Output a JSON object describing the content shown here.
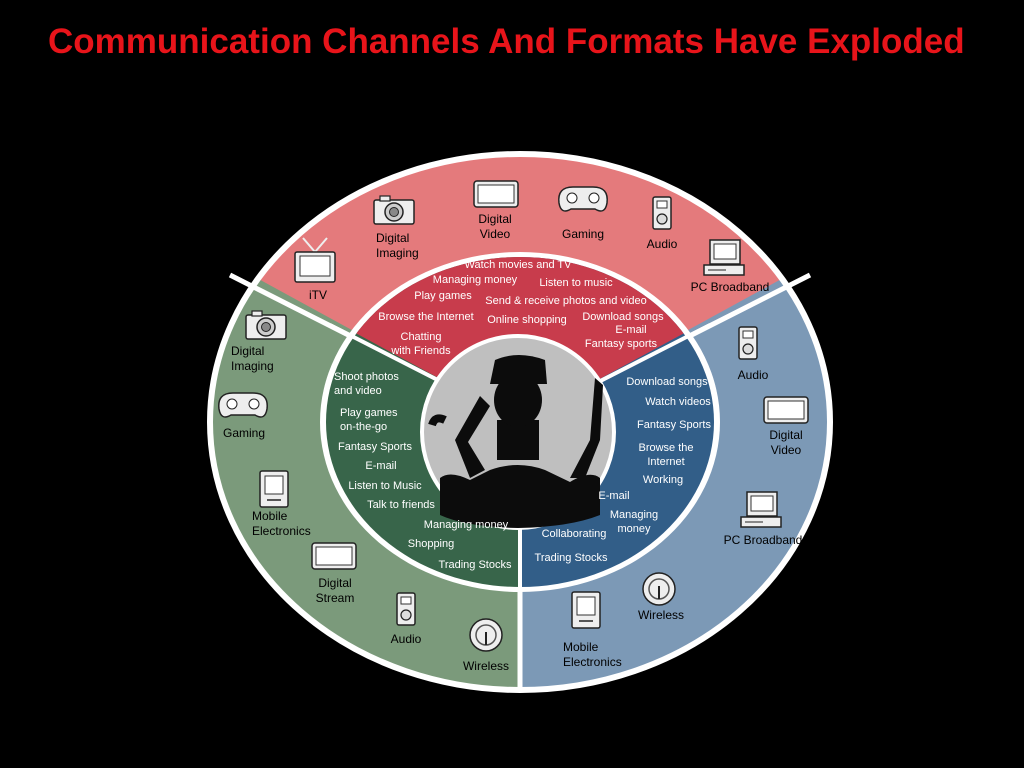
{
  "title": "Communication Channels And Formats Have Exploded",
  "colors": {
    "background": "#000000",
    "title": "#e8141a",
    "outer_top": "#e47a7c",
    "outer_left": "#7b9a7b",
    "outer_right": "#7c99b6",
    "inner_top": "#c83c4c",
    "inner_left": "#38654a",
    "inner_right": "#325e88"
  },
  "outer_top": [
    {
      "lines": [
        "iTV"
      ],
      "icon": "tv-antenna-icon"
    },
    {
      "lines": [
        "Digital",
        "Imaging"
      ],
      "icon": "camera-icon"
    },
    {
      "lines": [
        "Digital",
        "Video"
      ],
      "icon": "screen-icon"
    },
    {
      "lines": [
        "Gaming"
      ],
      "icon": "gamepad-icon"
    },
    {
      "lines": [
        "Audio"
      ],
      "icon": "audio-player-icon"
    },
    {
      "lines": [
        "PC Broadband"
      ],
      "icon": "computer-icon"
    }
  ],
  "outer_left": [
    {
      "lines": [
        "Digital",
        "Imaging"
      ],
      "icon": "camera-icon"
    },
    {
      "lines": [
        "Gaming"
      ],
      "icon": "gamepad-icon"
    },
    {
      "lines": [
        "Mobile",
        "Electronics"
      ],
      "icon": "pda-icon"
    },
    {
      "lines": [
        "Digital",
        "Stream"
      ],
      "icon": "screen-icon"
    },
    {
      "lines": [
        "Audio"
      ],
      "icon": "audio-player-icon"
    },
    {
      "lines": [
        "Wireless"
      ],
      "icon": "wireless-icon"
    }
  ],
  "outer_right": [
    {
      "lines": [
        "Audio"
      ],
      "icon": "audio-player-icon"
    },
    {
      "lines": [
        "Digital",
        "Video"
      ],
      "icon": "screen-icon"
    },
    {
      "lines": [
        "PC Broadband"
      ],
      "icon": "computer-icon"
    },
    {
      "lines": [
        "Wireless"
      ],
      "icon": "wireless-icon"
    },
    {
      "lines": [
        "Mobile",
        "Electronics"
      ],
      "icon": "pda-icon"
    }
  ],
  "inner_top": [
    [
      "Watch movies and TV"
    ],
    [
      "Managing money"
    ],
    [
      "Listen to music"
    ],
    [
      "Play games"
    ],
    [
      "Send & receive photos and video"
    ],
    [
      "Browse the Internet"
    ],
    [
      "Online shopping"
    ],
    [
      "Download songs"
    ],
    [
      "E-mail"
    ],
    [
      "Chatting",
      "with Friends"
    ],
    [
      "Fantasy sports"
    ]
  ],
  "inner_left": [
    [
      "Shoot photos",
      "and video"
    ],
    [
      "Play games",
      "on-the-go"
    ],
    [
      "Fantasy Sports"
    ],
    [
      "E-mail"
    ],
    [
      "Listen to Music"
    ],
    [
      "Talk to friends"
    ],
    [
      "Managing money"
    ],
    [
      "Shopping"
    ],
    [
      "Trading Stocks"
    ]
  ],
  "inner_right": [
    [
      "Download songs"
    ],
    [
      "Watch videos"
    ],
    [
      "Fantasy Sports"
    ],
    [
      "Browse the",
      "Internet"
    ],
    [
      "Working"
    ],
    [
      "E-mail"
    ],
    [
      "Managing",
      "money"
    ],
    [
      "Collaborating"
    ],
    [
      "Trading Stocks"
    ]
  ]
}
